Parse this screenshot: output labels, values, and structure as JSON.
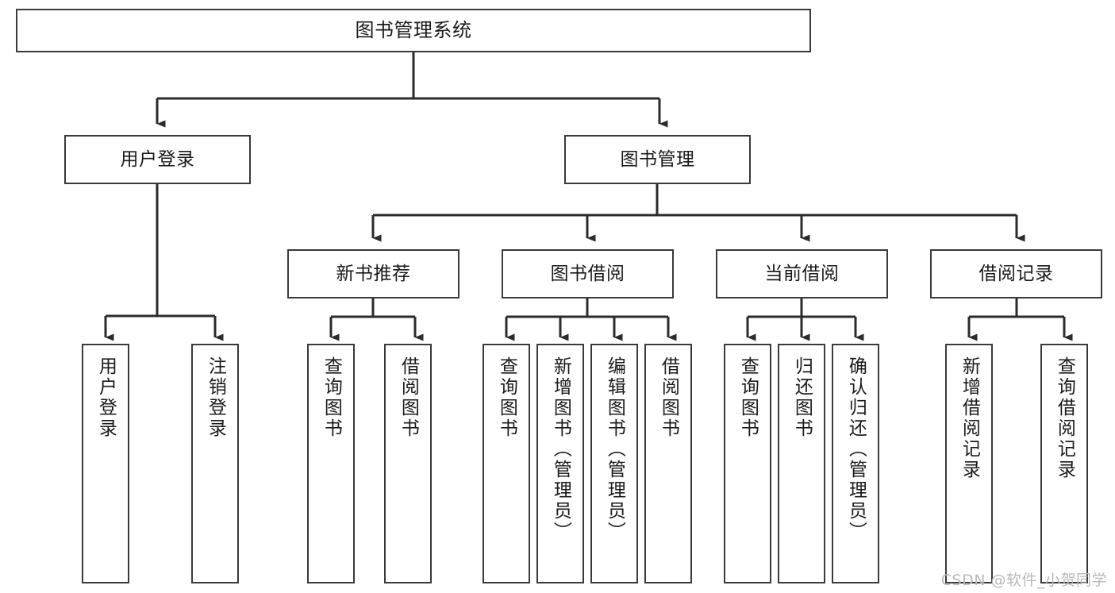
{
  "diagram": {
    "type": "tree-hierarchy-chart",
    "title": "图书管理系统",
    "colors": {
      "node_border": "#3a3a3a",
      "node_fill": "#ffffff",
      "connector": "#2b2b2b",
      "text": "#1a1a1a",
      "watermark": "#b9b9b9",
      "background": "#ffffff"
    },
    "root": {
      "label": "图书管理系统"
    },
    "level2": [
      {
        "id": "user-login",
        "label": "用户登录"
      },
      {
        "id": "book-management",
        "label": "图书管理"
      }
    ],
    "level3": [
      {
        "id": "new-book-recommend",
        "label": "新书推荐"
      },
      {
        "id": "book-borrow",
        "label": "图书借阅"
      },
      {
        "id": "current-borrow",
        "label": "当前借阅"
      },
      {
        "id": "borrow-record",
        "label": "借阅记录"
      }
    ],
    "leaves": [
      {
        "id": "leaf-user-login",
        "label": "用户登录",
        "parent": "user-login"
      },
      {
        "id": "leaf-logout-login",
        "label": "注销登录",
        "parent": "user-login"
      },
      {
        "id": "leaf-query-book-1",
        "label": "查询图书",
        "parent": "new-book-recommend"
      },
      {
        "id": "leaf-borrow-book-1",
        "label": "借阅图书",
        "parent": "new-book-recommend"
      },
      {
        "id": "leaf-query-book-2",
        "label": "查询图书",
        "parent": "book-borrow"
      },
      {
        "id": "leaf-add-book",
        "label": "新增图书（管理员）",
        "parent": "book-borrow"
      },
      {
        "id": "leaf-edit-book",
        "label": "编辑图书（管理员）",
        "parent": "book-borrow"
      },
      {
        "id": "leaf-borrow-book-2",
        "label": "借阅图书",
        "parent": "book-borrow"
      },
      {
        "id": "leaf-query-book-3",
        "label": "查询图书",
        "parent": "current-borrow"
      },
      {
        "id": "leaf-return-book",
        "label": "归还图书",
        "parent": "current-borrow"
      },
      {
        "id": "leaf-confirm-return",
        "label": "确认归还（管理员）",
        "parent": "current-borrow"
      },
      {
        "id": "leaf-add-record",
        "label": "新增借阅记录",
        "parent": "borrow-record"
      },
      {
        "id": "leaf-query-record",
        "label": "查询借阅记录",
        "parent": "borrow-record"
      }
    ],
    "watermark": "CSDN @软件_小贺同学"
  }
}
